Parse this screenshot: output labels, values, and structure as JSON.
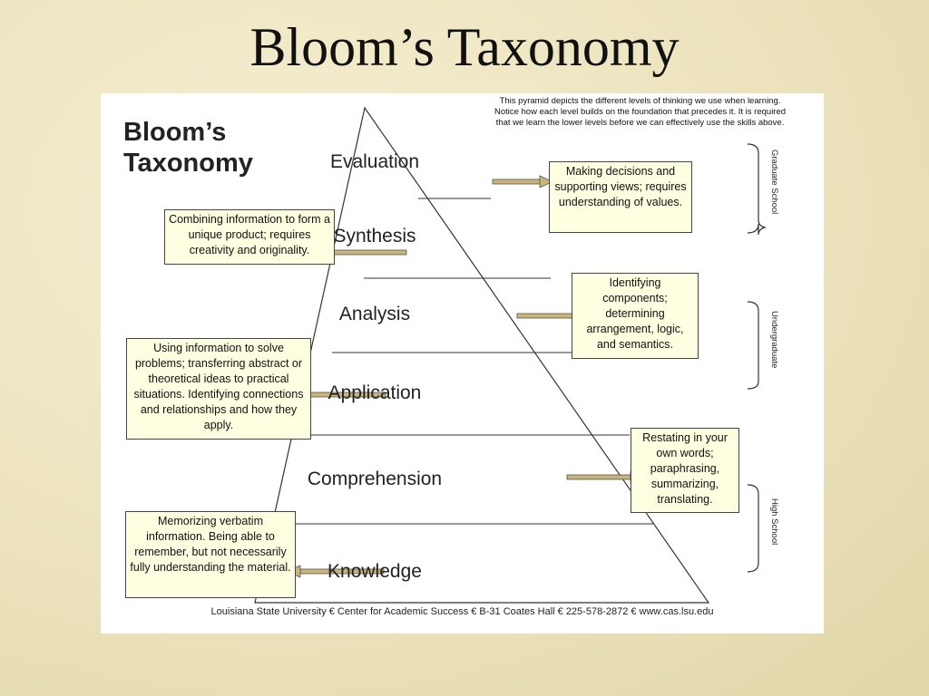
{
  "slide": {
    "title": "Bloom’s Taxonomy"
  },
  "diagram": {
    "heading_line1": "Bloom’s",
    "heading_line2": "Taxonomy",
    "description": "This pyramid depicts the different levels of thinking we use when learning. Notice how each level builds on the foundation that precedes it. It is required that we learn the lower levels before we can effectively use the skills above.",
    "levels": [
      "Evaluation",
      "Synthesis",
      "Analysis",
      "Application",
      "Comprehension",
      "Knowledge"
    ],
    "definitions": {
      "evaluation": "Making decisions and supporting views; requires understanding of values.",
      "synthesis": "Combining information to form a unique product; requires creativity and originality.",
      "analysis": "Identifying components; determining arrangement, logic, and semantics.",
      "application": "Using information to solve problems; transferring abstract or theoretical ideas to practical situations. Identifying connections and relationships and how they apply.",
      "comprehension": "Restating in your own words; paraphrasing, summarizing, translating.",
      "knowledge": "Memorizing verbatim information. Being able to remember, but not necessarily fully understanding the material."
    },
    "brackets": {
      "graduate": "Graduate School",
      "undergraduate": "Undergraduate",
      "high_school": "High School"
    },
    "footer": "Louisiana State University € Center for Academic Success € B-31 Coates Hall € 225-578-2872 € www.cas.lsu.edu",
    "colors": {
      "arrow_fill": "#c9b57a",
      "box_fill": "#fefee0"
    }
  }
}
